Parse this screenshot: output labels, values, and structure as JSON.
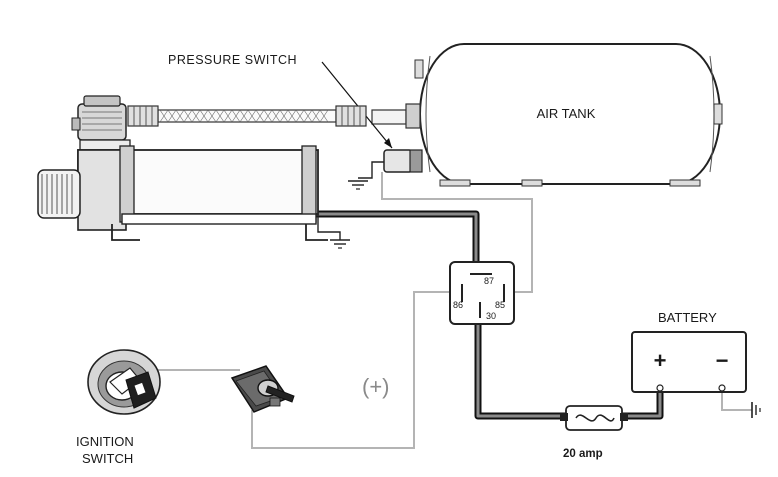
{
  "labels": {
    "pressure_switch": "PRESSURE SWITCH",
    "air_tank": "AIR TANK",
    "battery": "BATTERY",
    "ignition_line1": "IGNITION",
    "ignition_line2": "SWITCH",
    "positive_feed": "(+)",
    "fuse_rating": "20 amp"
  },
  "relay": {
    "pin_87": "87",
    "pin_86": "86",
    "pin_85": "85",
    "pin_30": "30"
  },
  "battery_terminals": {
    "positive": "+",
    "negative": "−"
  }
}
